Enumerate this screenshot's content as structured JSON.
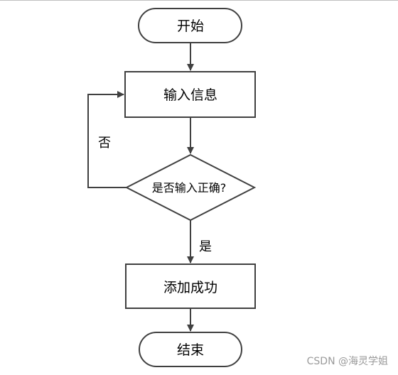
{
  "diagram": {
    "nodes": {
      "start": "开始",
      "input": "输入信息",
      "decision": "是否输入正确?",
      "success": "添加成功",
      "end": "结束"
    },
    "edges": {
      "no_label": "否",
      "yes_label": "是"
    }
  },
  "watermark": "CSDN @海灵学姐",
  "colors": {
    "stroke": "#404040",
    "text": "#000000",
    "watermark": "#9a9a9a"
  }
}
